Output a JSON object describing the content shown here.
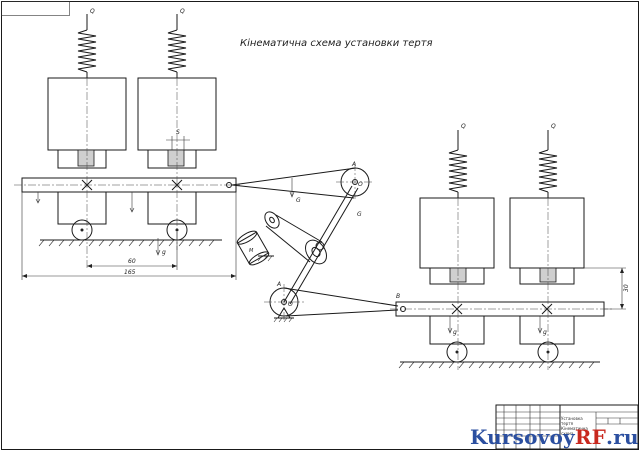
{
  "drawing": {
    "title": "Кінематична схема установки тертя",
    "labels": {
      "Q": "Q",
      "g": "g",
      "G": "G",
      "A": "A",
      "B": "B",
      "O": "O",
      "S": "S",
      "M": "M"
    },
    "dimensions": {
      "d60": "60",
      "d165": "165",
      "d30": "30"
    }
  },
  "title_block": {
    "name_line1": "Установка тертя",
    "name_line2": "Кінематична схема"
  },
  "watermark": {
    "part1": "Kursovoy",
    "part2": "RF",
    "part3": ".ru"
  }
}
